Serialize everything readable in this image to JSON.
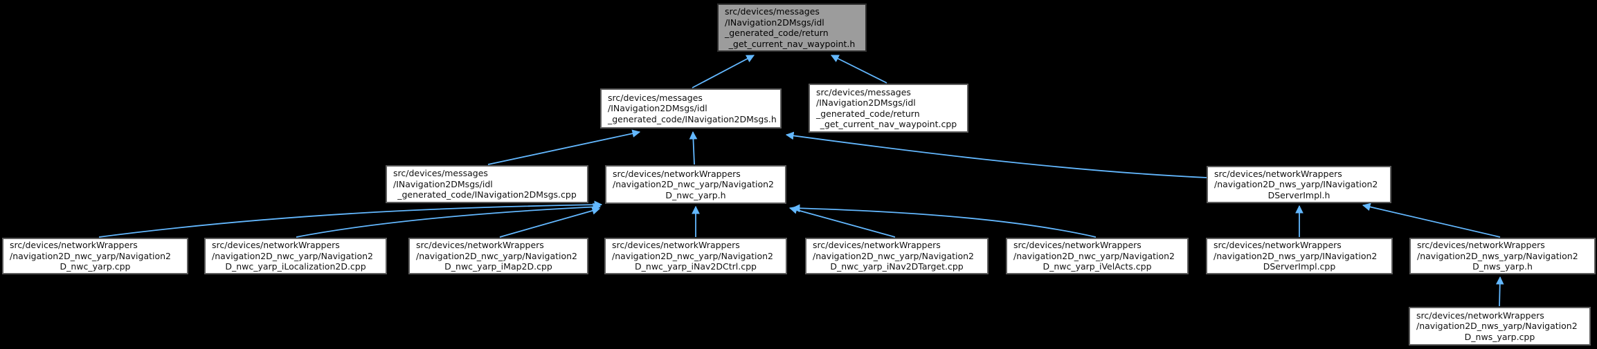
{
  "diagram": {
    "type": "include-dependency-graph",
    "background_color": "#000000",
    "edge_color": "#63b8ff",
    "current_node_fill": "#9c9c9c",
    "node_fill": "#ffffff",
    "node_border_color": "#5c5c5c",
    "nodes": [
      {
        "id": "return_get_current_nav_waypoint_h",
        "current": true,
        "lines": [
          "src/devices/messages",
          "/INavigation2DMsgs/idl",
          "_generated_code/return",
          "_get_current_nav_waypoint.h"
        ]
      },
      {
        "id": "INavigation2DMsgs_h",
        "current": false,
        "lines": [
          "src/devices/messages",
          "/INavigation2DMsgs/idl",
          "_generated_code/INavigation2DMsgs.h"
        ]
      },
      {
        "id": "return_get_current_nav_waypoint_cpp",
        "current": false,
        "lines": [
          "src/devices/messages",
          "/INavigation2DMsgs/idl",
          "_generated_code/return",
          "_get_current_nav_waypoint.cpp"
        ]
      },
      {
        "id": "INavigation2DMsgs_cpp",
        "current": false,
        "lines": [
          "src/devices/messages",
          "/INavigation2DMsgs/idl",
          "_generated_code/INavigation2DMsgs.cpp"
        ]
      },
      {
        "id": "Navigation2D_nwc_yarp_h",
        "current": false,
        "lines": [
          "src/devices/networkWrappers",
          "/navigation2D_nwc_yarp/Navigation2",
          "D_nwc_yarp.h"
        ]
      },
      {
        "id": "INavigation2DServerImpl_h",
        "current": false,
        "lines": [
          "src/devices/networkWrappers",
          "/navigation2D_nws_yarp/INavigation2",
          "DServerImpl.h"
        ]
      },
      {
        "id": "Navigation2D_nwc_yarp_cpp",
        "current": false,
        "lines": [
          "src/devices/networkWrappers",
          "/navigation2D_nwc_yarp/Navigation2",
          "D_nwc_yarp.cpp"
        ]
      },
      {
        "id": "Navigation2D_nwc_yarp_iLocalization2D_cpp",
        "current": false,
        "lines": [
          "src/devices/networkWrappers",
          "/navigation2D_nwc_yarp/Navigation2",
          "D_nwc_yarp_iLocalization2D.cpp"
        ]
      },
      {
        "id": "Navigation2D_nwc_yarp_iMap2D_cpp",
        "current": false,
        "lines": [
          "src/devices/networkWrappers",
          "/navigation2D_nwc_yarp/Navigation2",
          "D_nwc_yarp_iMap2D.cpp"
        ]
      },
      {
        "id": "Navigation2D_nwc_yarp_iNav2DCtrl_cpp",
        "current": false,
        "lines": [
          "src/devices/networkWrappers",
          "/navigation2D_nwc_yarp/Navigation2",
          "D_nwc_yarp_iNav2DCtrl.cpp"
        ]
      },
      {
        "id": "Navigation2D_nwc_yarp_iNav2DTarget_cpp",
        "current": false,
        "lines": [
          "src/devices/networkWrappers",
          "/navigation2D_nwc_yarp/Navigation2",
          "D_nwc_yarp_iNav2DTarget.cpp"
        ]
      },
      {
        "id": "Navigation2D_nwc_yarp_iVelActs_cpp",
        "current": false,
        "lines": [
          "src/devices/networkWrappers",
          "/navigation2D_nwc_yarp/Navigation2",
          "D_nwc_yarp_iVelActs.cpp"
        ]
      },
      {
        "id": "INavigation2DServerImpl_cpp",
        "current": false,
        "lines": [
          "src/devices/networkWrappers",
          "/navigation2D_nws_yarp/INavigation2",
          "DServerImpl.cpp"
        ]
      },
      {
        "id": "Navigation2D_nws_yarp_h",
        "current": false,
        "lines": [
          "src/devices/networkWrappers",
          "/navigation2D_nws_yarp/Navigation2",
          "D_nws_yarp.h"
        ]
      },
      {
        "id": "Navigation2D_nws_yarp_cpp",
        "current": false,
        "lines": [
          "src/devices/networkWrappers",
          "/navigation2D_nws_yarp/Navigation2",
          "D_nws_yarp.cpp"
        ]
      }
    ],
    "edges": [
      {
        "from": "INavigation2DMsgs_h",
        "to": "return_get_current_nav_waypoint_h"
      },
      {
        "from": "return_get_current_nav_waypoint_cpp",
        "to": "return_get_current_nav_waypoint_h"
      },
      {
        "from": "INavigation2DMsgs_cpp",
        "to": "INavigation2DMsgs_h"
      },
      {
        "from": "Navigation2D_nwc_yarp_h",
        "to": "INavigation2DMsgs_h"
      },
      {
        "from": "INavigation2DServerImpl_h",
        "to": "INavigation2DMsgs_h"
      },
      {
        "from": "Navigation2D_nwc_yarp_cpp",
        "to": "Navigation2D_nwc_yarp_h"
      },
      {
        "from": "Navigation2D_nwc_yarp_iLocalization2D_cpp",
        "to": "Navigation2D_nwc_yarp_h"
      },
      {
        "from": "Navigation2D_nwc_yarp_iMap2D_cpp",
        "to": "Navigation2D_nwc_yarp_h"
      },
      {
        "from": "Navigation2D_nwc_yarp_iNav2DCtrl_cpp",
        "to": "Navigation2D_nwc_yarp_h"
      },
      {
        "from": "Navigation2D_nwc_yarp_iNav2DTarget_cpp",
        "to": "Navigation2D_nwc_yarp_h"
      },
      {
        "from": "Navigation2D_nwc_yarp_iVelActs_cpp",
        "to": "Navigation2D_nwc_yarp_h"
      },
      {
        "from": "INavigation2DServerImpl_cpp",
        "to": "INavigation2DServerImpl_h"
      },
      {
        "from": "Navigation2D_nws_yarp_h",
        "to": "INavigation2DServerImpl_h"
      },
      {
        "from": "Navigation2D_nws_yarp_cpp",
        "to": "Navigation2D_nws_yarp_h"
      }
    ]
  }
}
